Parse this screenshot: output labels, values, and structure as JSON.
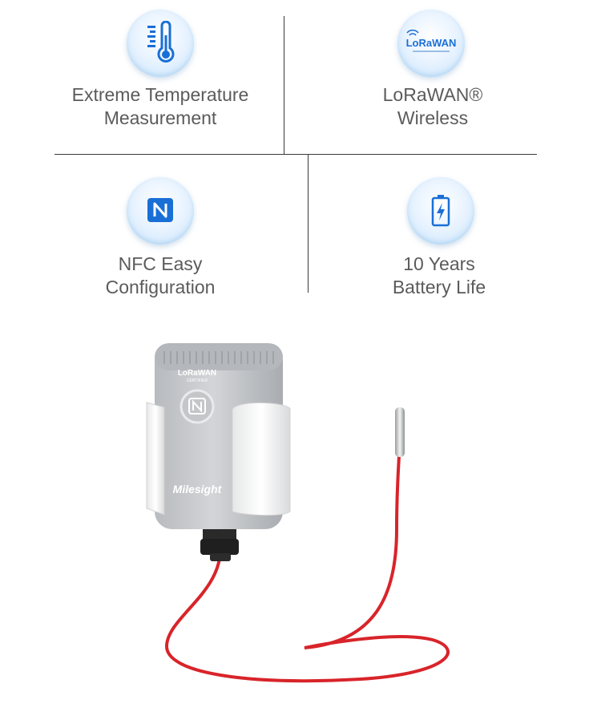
{
  "features": [
    {
      "icon": "thermometer-icon",
      "line1": "Extreme Temperature",
      "line2": "Measurement"
    },
    {
      "icon": "lorawan-logo-icon",
      "line1": "LoRaWAN®",
      "line2": "Wireless",
      "logo_text": "LoRaWAN"
    },
    {
      "icon": "nfc-icon",
      "line1": "NFC Easy",
      "line2": "Configuration"
    },
    {
      "icon": "battery-icon",
      "line1": "10 Years",
      "line2": "Battery Life"
    }
  ],
  "product": {
    "brand": "Milesight",
    "cert_label": "LoRaWAN",
    "cert_sub": "CERTIFIED",
    "cable_color": "#d8242a",
    "body_color": "#c8cacd"
  },
  "colors": {
    "icon_blue": "#1a6fd6",
    "text": "#5b5b5b"
  }
}
